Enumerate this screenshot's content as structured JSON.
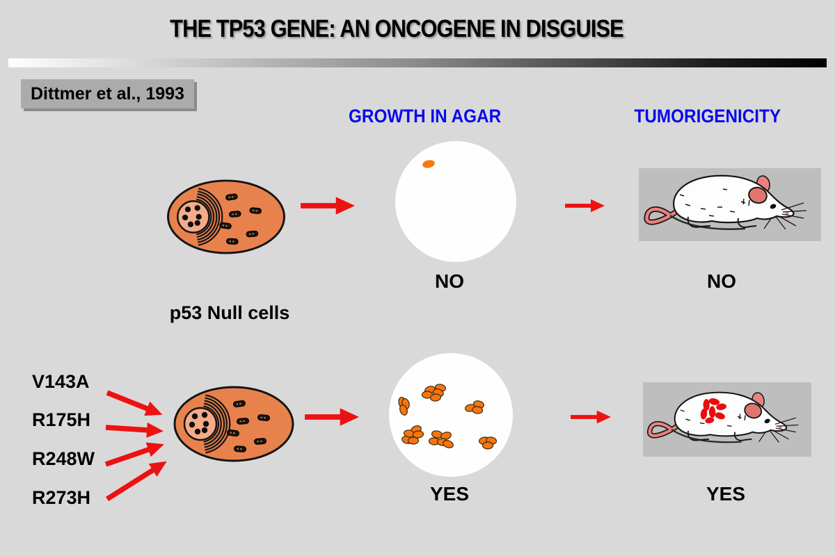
{
  "slide": {
    "title": "THE TP53 GENE: AN ONCOGENE IN DISGUISE",
    "citation": "Dittmer et al., 1993",
    "column_headers": {
      "growth": "GROWTH IN AGAR",
      "tumorigenicity": "TUMORIGENICITY"
    },
    "row_null": {
      "cell_label": "p53 Null cells",
      "growth_result": "NO",
      "tumorigenicity_result": "NO"
    },
    "row_mutant": {
      "mutations": [
        "V143A",
        "R175H",
        "R248W",
        "R273H"
      ],
      "growth_result": "YES",
      "tumorigenicity_result": "YES"
    },
    "figures": {
      "cell_icon": "orange-cell-with-nucleus-and-mitochondria",
      "dish_no_growth_icon": "agar-dish-single-small-colony",
      "dish_growth_icon": "agar-dish-many-orange-colonies",
      "mouse_no_tumor_icon": "white-mouse",
      "mouse_tumor_icon": "white-mouse-with-red-tumors",
      "flow_arrow_icon": "red-right-block-arrow"
    },
    "colors": {
      "background": "#d9d9d9",
      "header_blue": "#0909ee",
      "arrow_red": "#ee1111",
      "cell_body_orange": "#e8824d",
      "cell_nucleus_peach": "#f4ab88",
      "colony_orange": "#f8740e",
      "tumor_red": "#e90e0e",
      "mouse_panel_gray": "#bebebe",
      "citation_box_gray": "#ababab",
      "divider_gradient": [
        "#ffffff",
        "#000000"
      ]
    }
  }
}
